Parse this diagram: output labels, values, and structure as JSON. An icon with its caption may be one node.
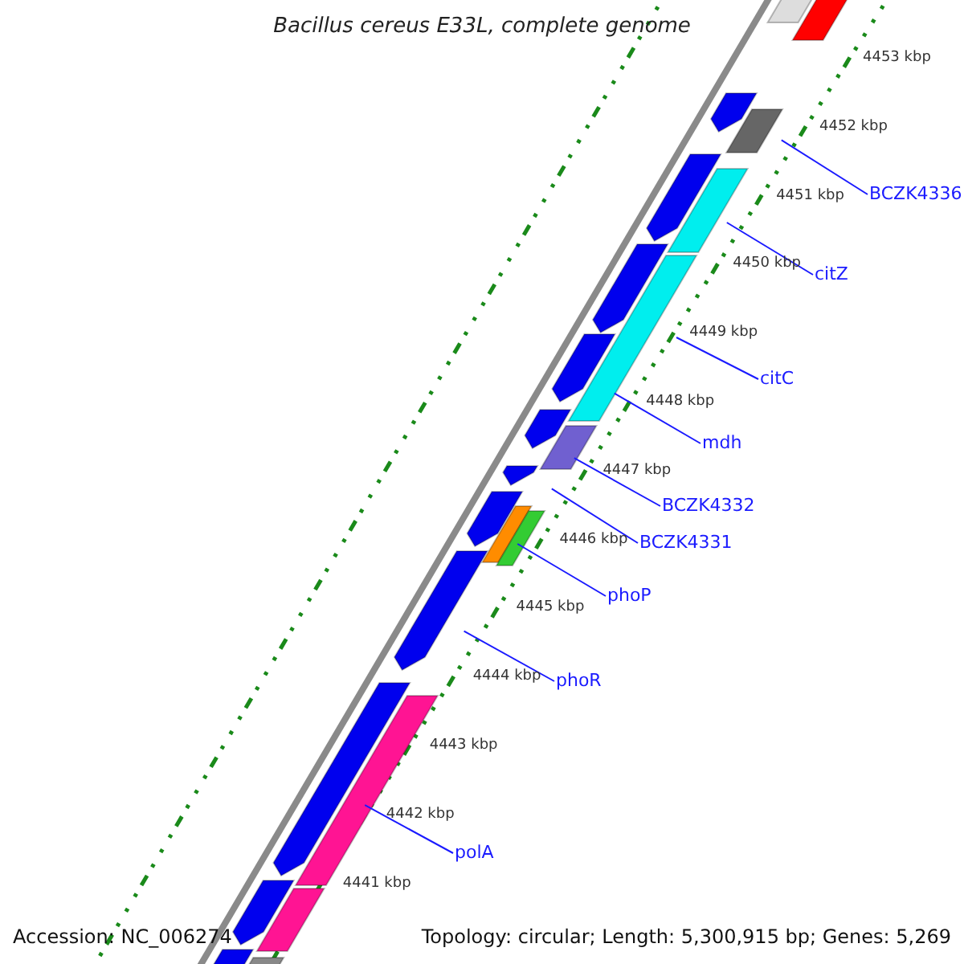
{
  "diagram": {
    "title": "Bacillus cereus E33L, complete genome",
    "nodes": [
      {
        "text": [
          "BCZK4336"
        ]
      },
      {
        "text": [
          "citZ"
        ]
      },
      {
        "text": [
          "citC"
        ]
      },
      {
        "text": [
          "mdh"
        ]
      },
      {
        "text": [
          "BCZK4332"
        ]
      },
      {
        "text": [
          "BCZK4331"
        ]
      },
      {
        "text": [
          "phoP"
        ]
      },
      {
        "text": [
          "phoR"
        ]
      },
      {
        "text": [
          "polA"
        ]
      }
    ],
    "edges": [
      {
        "from": 0,
        "to": null,
        "arrow": "none"
      },
      {
        "from": 1,
        "to": null,
        "arrow": "none"
      },
      {
        "from": 2,
        "to": null,
        "arrow": "none"
      },
      {
        "from": 3,
        "to": null,
        "arrow": "none"
      },
      {
        "from": 4,
        "to": null,
        "arrow": "none"
      },
      {
        "from": 5,
        "to": null,
        "arrow": "none"
      },
      {
        "from": 6,
        "to": null,
        "arrow": "none"
      },
      {
        "from": 7,
        "to": null,
        "arrow": "none"
      },
      {
        "from": 8,
        "to": null,
        "arrow": "none"
      }
    ],
    "labels": [
      "4453 kbp",
      "4452 kbp",
      "4451 kbp",
      "4450 kbp",
      "4449 kbp",
      "4448 kbp",
      "4447 kbp",
      "4446 kbp",
      "4445 kbp",
      "4444 kbp",
      "4443 kbp",
      "4442 kbp",
      "4441 kbp",
      "Accession: NC_006274",
      "Topology: circular; Length: 5,300,915 bp; Genes: 5,269"
    ]
  }
}
